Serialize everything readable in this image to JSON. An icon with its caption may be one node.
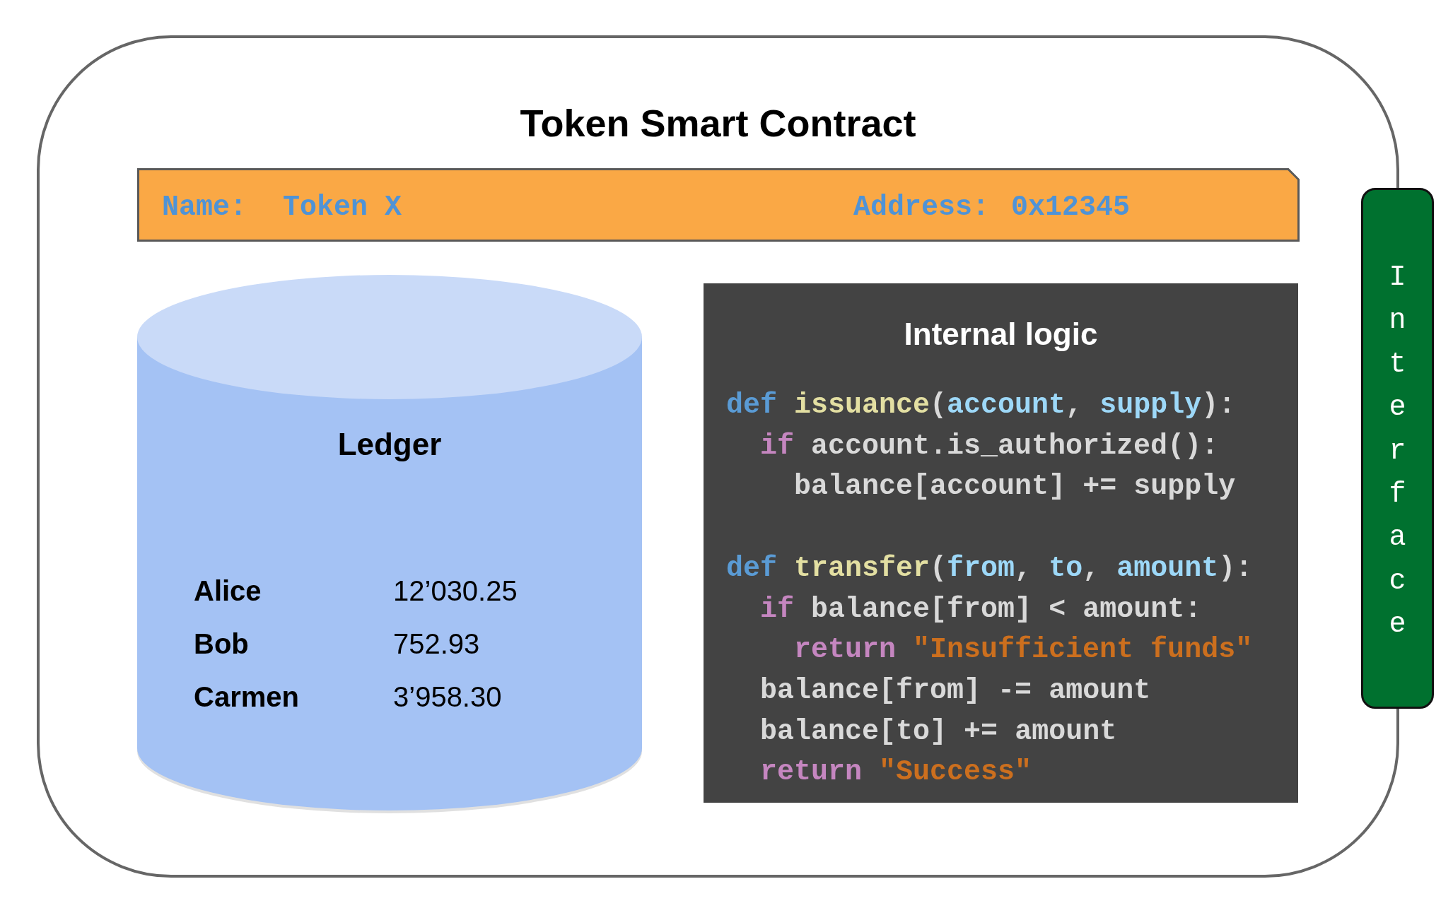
{
  "diagram": {
    "nodes": [
      {
        "text": [
          "Token Smart Contract"
        ]
      },
      {
        "text": [
          "Name:",
          "Token X",
          "Address:",
          "0x12345"
        ],
        "in": 0
      },
      {
        "text": [
          "Ledger",
          "Alice",
          "12’030.25",
          "Bob",
          "752.93",
          "Carmen",
          "3’958.30"
        ],
        "in": 0
      },
      {
        "text": [
          "Internal logic",
          "def issuance(account, supply):",
          "if account.is_authorized():",
          "balance[account] += supply",
          "def transfer(from, to, amount):",
          "if balance[from] < amount:",
          "return \"Insufficient funds\"",
          "balance[from] -= amount",
          "balance[to] += amount",
          "return \"Success\""
        ],
        "in": 0
      },
      {
        "text": [
          "Interface"
        ]
      }
    ]
  }
}
